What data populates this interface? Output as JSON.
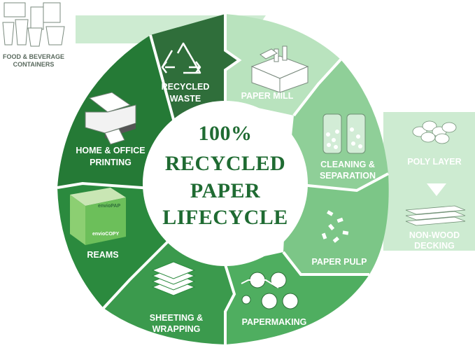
{
  "center": {
    "line1": "100%",
    "line2": "RECYCLED",
    "line3": "PAPER",
    "line4": "LIFECYCLE"
  },
  "stages": {
    "recycled_waste": [
      "RECYCLED",
      "WASTE"
    ],
    "paper_mill": [
      "PAPER MILL"
    ],
    "cleaning": [
      "CLEANING &",
      "SEPARATION"
    ],
    "paper_pulp": [
      "PAPER PULP"
    ],
    "papermaking": [
      "PAPERMAKING"
    ],
    "sheeting": [
      "SHEETING &",
      "WRAPPING"
    ],
    "reams": [
      "REAMS"
    ],
    "printing": [
      "HOME & OFFICE",
      "PRINTING"
    ]
  },
  "side": {
    "food": [
      "FOOD & BEVERAGE",
      "CONTAINERS"
    ],
    "poly_layer": [
      "POLY LAYER"
    ],
    "decking": [
      "NON-WOOD",
      "DECKING"
    ]
  },
  "ream_box_text": {
    "brand": "envioPAP",
    "product": "envioCOPY"
  },
  "colors": {
    "recycled_waste": "#2f6e3a",
    "paper_mill": "#b9e3be",
    "cleaning": "#8fcf98",
    "paper_pulp": "#7cc687",
    "papermaking": "#4fae60",
    "sheeting": "#3b9a4d",
    "reams": "#2b8a3e",
    "printing": "#257a36",
    "side_light": "#a6d9ad",
    "center_text": "#1f6b32"
  }
}
